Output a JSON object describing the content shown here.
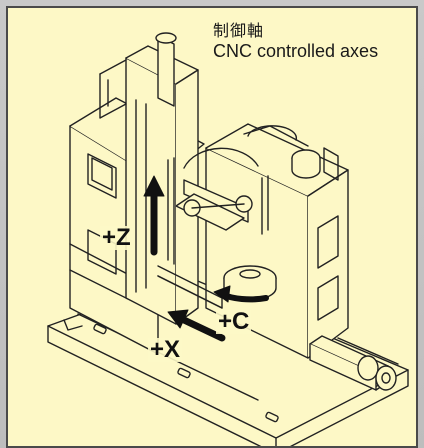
{
  "title": {
    "japanese": "制御軸",
    "english": "CNC controlled axes"
  },
  "axes": [
    {
      "id": "z",
      "label": "+Z"
    },
    {
      "id": "c",
      "label": "+C"
    },
    {
      "id": "x",
      "label": "+X"
    }
  ],
  "colors": {
    "background": "#fdf8c6",
    "border": "#4a4a4a",
    "lines": "#222222",
    "arrows": "#111111"
  }
}
